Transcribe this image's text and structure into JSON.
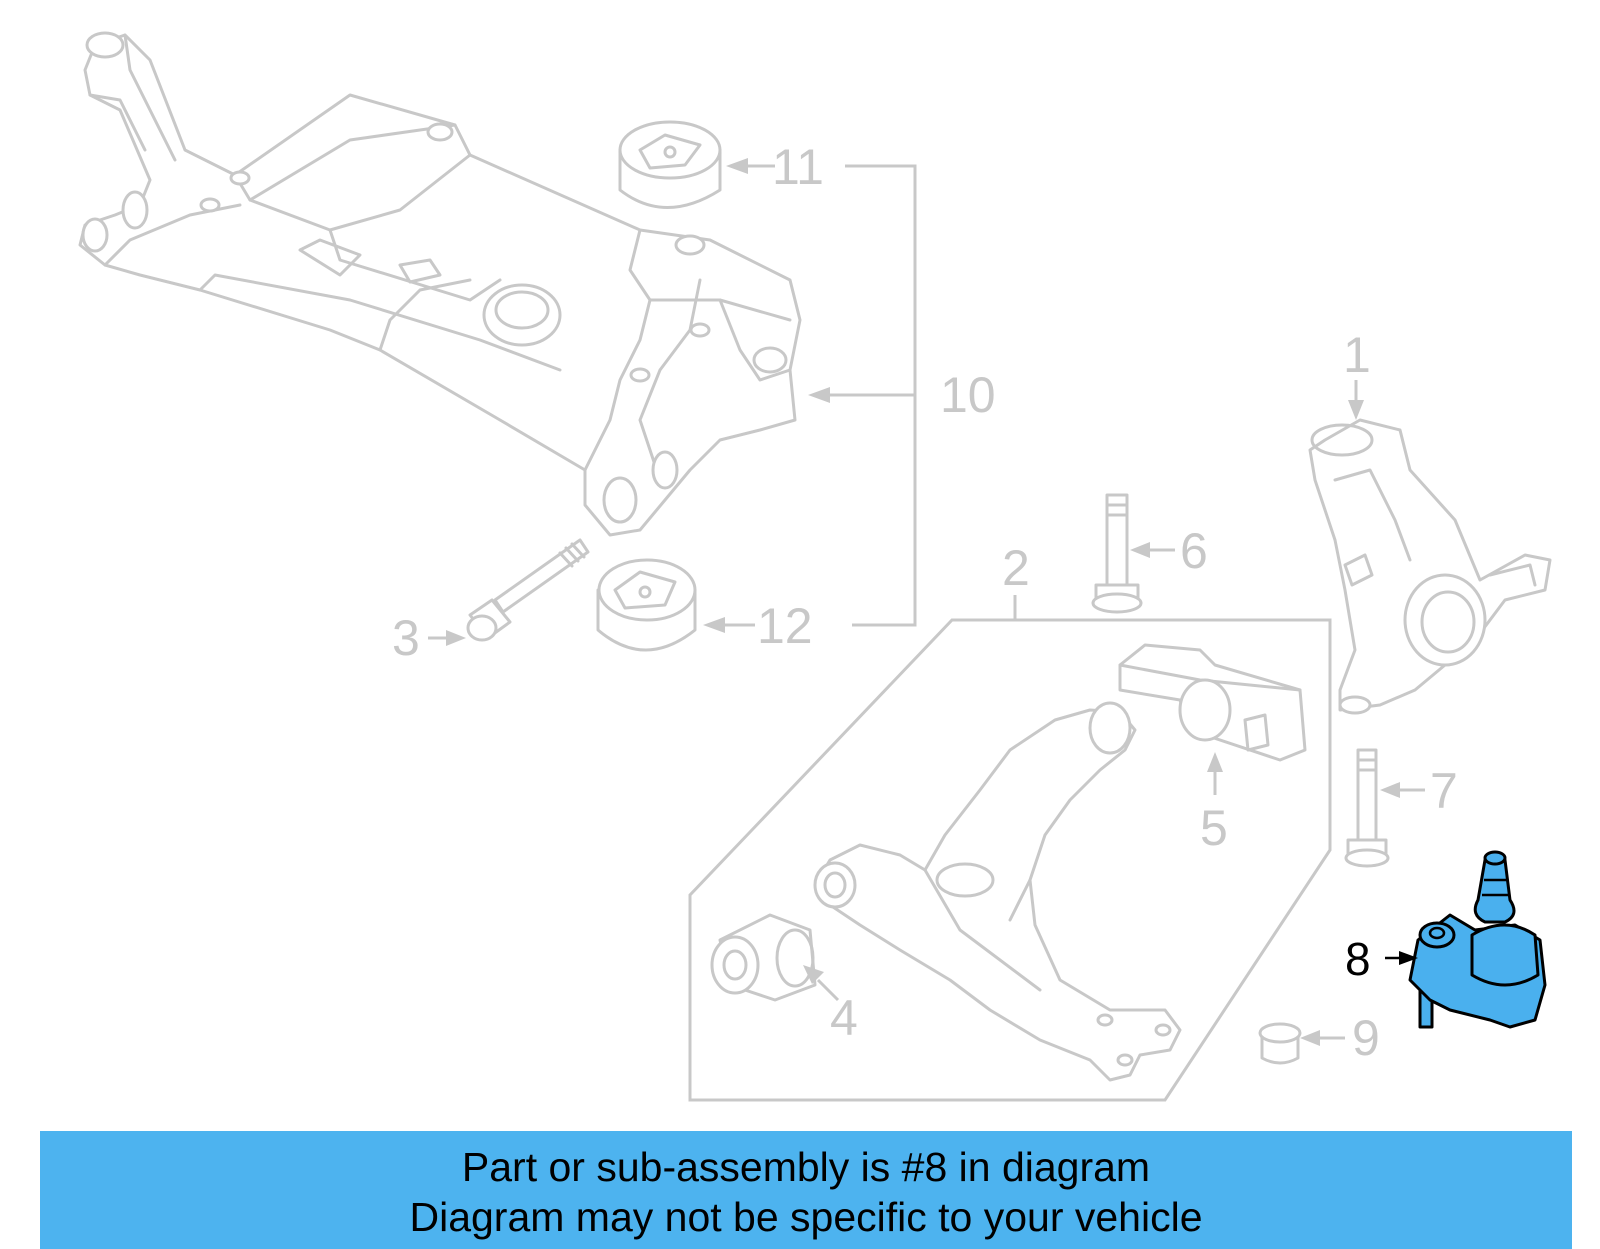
{
  "callouts": {
    "c1": "1",
    "c2": "2",
    "c3": "3",
    "c4": "4",
    "c5": "5",
    "c6": "6",
    "c7": "7",
    "c8": "8",
    "c9": "9",
    "c10": "10",
    "c11": "11",
    "c12": "12"
  },
  "highlighted_part": "8",
  "colors": {
    "highlight": "#4ab0ee",
    "banner": "#4db3ef",
    "faded": "#c8c8c8"
  },
  "banner": {
    "line1": "Part or sub-assembly is #8 in diagram",
    "line2": "Diagram may not be specific to your vehicle"
  }
}
